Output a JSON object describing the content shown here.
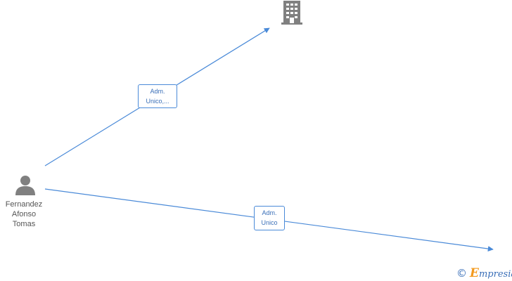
{
  "nodes": {
    "person": {
      "icon": "person-icon",
      "name_lines": [
        "Fernandez",
        "Afonso",
        "Tomas"
      ]
    },
    "company_top": {
      "icon": "building-icon"
    }
  },
  "edges": [
    {
      "label_lines": [
        "Adm.",
        "Unico,..."
      ]
    },
    {
      "label_lines": [
        "Adm.",
        "Unico"
      ]
    }
  ],
  "watermark": {
    "copyright_symbol": "©",
    "brand_initial": "E",
    "brand_rest": "mpresia"
  },
  "colors": {
    "edge": "#4a8ad8",
    "icon": "#808080",
    "label_text": "#555555",
    "brand_accent": "#f39a1e"
  }
}
